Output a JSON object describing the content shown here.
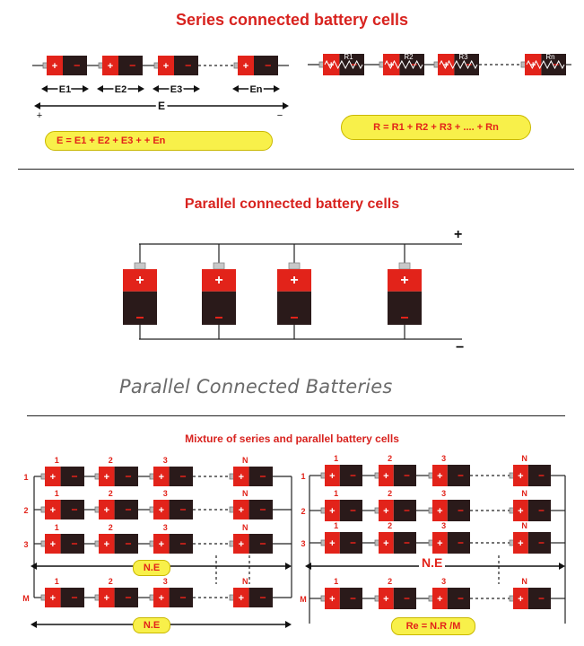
{
  "section1": {
    "title": "Series connected battery cells",
    "emf_labels": [
      "E1",
      "E2",
      "E3",
      "En"
    ],
    "total_label": "E",
    "plus": "+",
    "minus": "−",
    "emf_formula": "E = E1 + E2 + E3 +               + En",
    "res_labels": [
      "R1",
      "R2",
      "R3",
      "Rn"
    ],
    "res_formula": "R = R1 + R2 + R3 + .... + Rn"
  },
  "section2": {
    "title": "Parallel connected battery cells",
    "plus": "+",
    "minus": "−",
    "caption": "Parallel Connected Batteries"
  },
  "section3": {
    "title": "Mixture of series and parallel battery cells",
    "col_labels": [
      "1",
      "2",
      "3",
      "N"
    ],
    "row_labels": [
      "1",
      "2",
      "3",
      "M"
    ],
    "ne_label": "N.E",
    "re_formula": "Re = N.R /M"
  },
  "colors": {
    "red": "#e2231a",
    "title_red": "#d8231f",
    "dark": "#2a1a1a",
    "yellow": "#f8f04a"
  }
}
